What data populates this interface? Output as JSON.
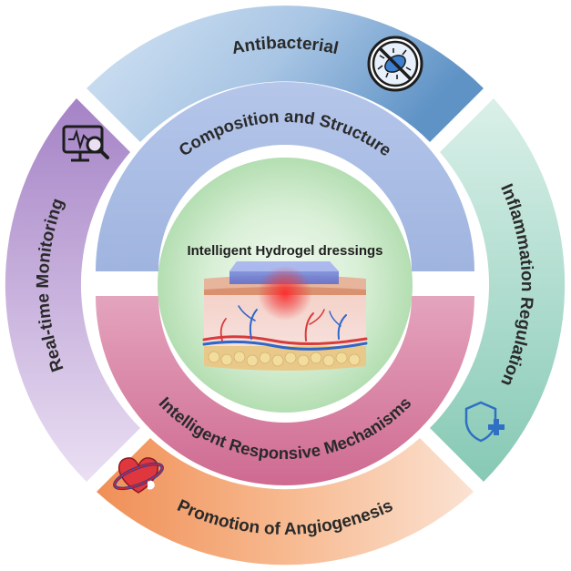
{
  "center": {
    "title": "Intelligent Hydrogel dressings"
  },
  "inner_ring": {
    "top_label": "Composition and Structure",
    "bottom_label": "Intelligent Responsive Mechanisms"
  },
  "outer_ring": {
    "top_label": "Antibacterial",
    "right_label": "Inflammation Regulation",
    "bottom_label": "Promotion of Angiogenesis",
    "left_label": "Real-time Monitoring"
  },
  "icons": {
    "antibacterial": "bacteria-prohibited-icon",
    "inflammation": "shield-plus-icon",
    "angiogenesis": "heart-vessel-icon",
    "monitoring": "monitor-magnifier-icon"
  },
  "colors": {
    "antibacterial": "#7aa6d0",
    "inflammation": "#9fd6c6",
    "angiogenesis": "#f3a36f",
    "monitoring": "#b79ad0",
    "inner_top": "#a9bde3",
    "inner_bottom": "#d57399",
    "center_glow": "#bfe6bf"
  }
}
